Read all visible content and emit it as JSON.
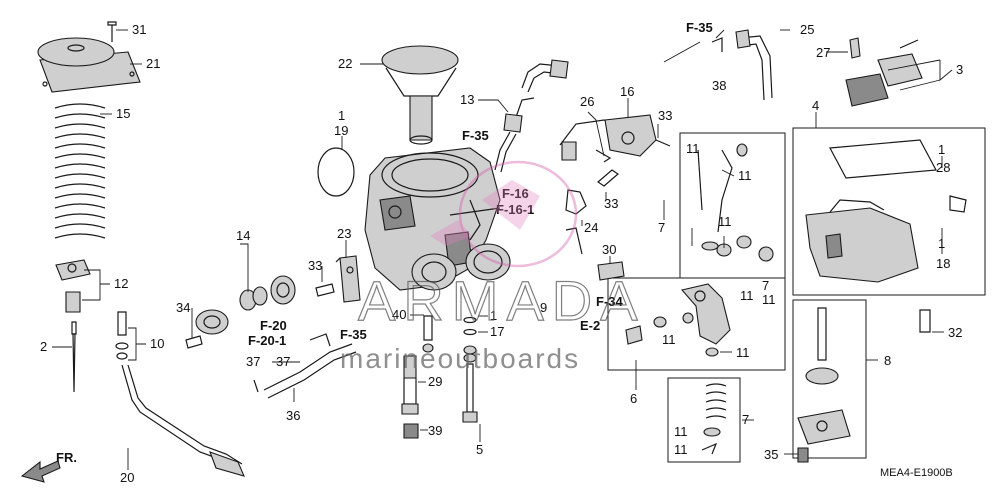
{
  "callouts": [
    {
      "t": "31"
    },
    {
      "t": "21"
    },
    {
      "t": "15"
    },
    {
      "t": "12"
    },
    {
      "t": "2"
    },
    {
      "t": "10"
    },
    {
      "t": "20"
    },
    {
      "t": "22"
    },
    {
      "t": "1"
    },
    {
      "t": "19"
    },
    {
      "t": "13"
    },
    {
      "t": "14"
    },
    {
      "t": "34"
    },
    {
      "t": "23"
    },
    {
      "t": "33"
    },
    {
      "t": "37"
    },
    {
      "t": "37"
    },
    {
      "t": "36"
    },
    {
      "t": "40"
    },
    {
      "t": "29"
    },
    {
      "t": "39"
    },
    {
      "t": "1"
    },
    {
      "t": "17"
    },
    {
      "t": "5"
    },
    {
      "t": "26"
    },
    {
      "t": "16"
    },
    {
      "t": "33"
    },
    {
      "t": "33"
    },
    {
      "t": "24"
    },
    {
      "t": "30"
    },
    {
      "t": "9"
    },
    {
      "t": "25"
    },
    {
      "t": "38"
    },
    {
      "t": "27"
    },
    {
      "t": "3"
    },
    {
      "t": "4"
    },
    {
      "t": "1"
    },
    {
      "t": "28"
    },
    {
      "t": "1"
    },
    {
      "t": "18"
    },
    {
      "t": "32"
    },
    {
      "t": "8"
    },
    {
      "t": "35"
    },
    {
      "t": "7"
    },
    {
      "t": "11"
    },
    {
      "t": "11"
    },
    {
      "t": "11"
    },
    {
      "t": "11"
    },
    {
      "t": "7"
    },
    {
      "t": "11"
    },
    {
      "t": "6"
    },
    {
      "t": "11"
    },
    {
      "t": "11"
    },
    {
      "t": "7"
    },
    {
      "t": "11"
    },
    {
      "t": "11"
    }
  ],
  "refs": [
    {
      "t": "F-35"
    },
    {
      "t": "F-35"
    },
    {
      "t": "F-16"
    },
    {
      "t": "F-16-1"
    },
    {
      "t": "F-20"
    },
    {
      "t": "F-20-1"
    },
    {
      "t": "F-35"
    },
    {
      "t": "F-34"
    },
    {
      "t": "E-2"
    }
  ],
  "diagram_code": "MEA4-E1900B",
  "direction_marker": "FR.",
  "watermark": {
    "title": "ARMADA",
    "subtitle": "marineoutboards"
  }
}
